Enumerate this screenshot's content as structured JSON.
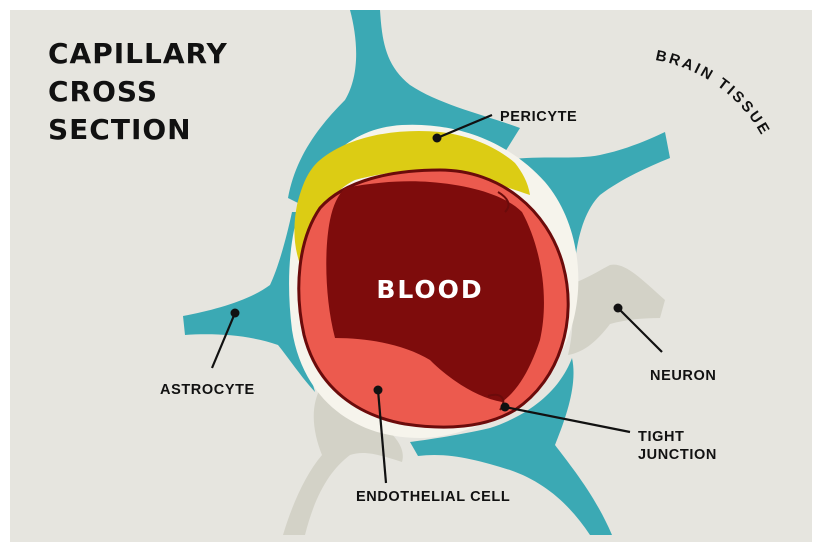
{
  "title": {
    "lines": [
      "CAPILLARY",
      "CROSS",
      "SECTION"
    ]
  },
  "labels": {
    "blood": "BLOOD",
    "brain_tissue": "BRAIN TISSUE",
    "pericyte": "PERICYTE",
    "astrocyte": "ASTROCYTE",
    "neuron": "NEURON",
    "tight_junction_line1": "TIGHT",
    "tight_junction_line2": "JUNCTION",
    "endothelial_cell": "ENDOTHELIAL CELL"
  },
  "colors": {
    "background": "#e6e5df",
    "astrocyte": "#3ba9b4",
    "neuron": "#d3d2c7",
    "pericyte": "#dccc14",
    "basement_membrane": "#f6f4ec",
    "endothelial": "#ec5a4e",
    "blood": "#7e0c0c",
    "outline": "#6b0b0b"
  }
}
